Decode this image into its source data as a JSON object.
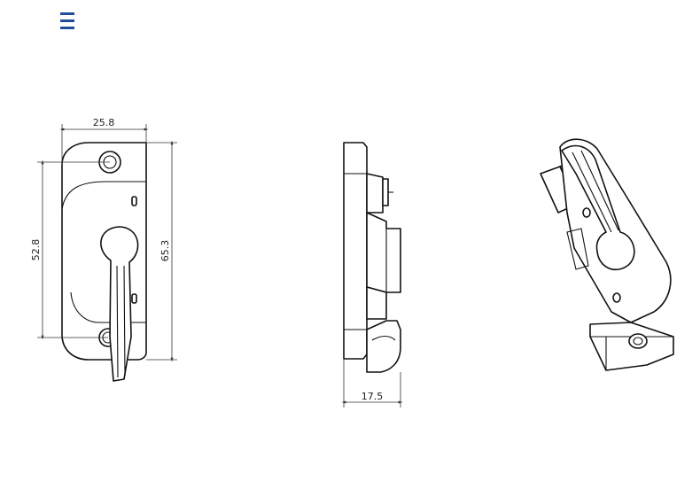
{
  "header": {
    "menu_icon": "hamburger-menu-icon",
    "accent_color": "#1f4f9a"
  },
  "dimensions": {
    "front_width": "25.8",
    "hole_spacing": "52.8",
    "front_height": "65.3",
    "side_depth": "17.5"
  }
}
